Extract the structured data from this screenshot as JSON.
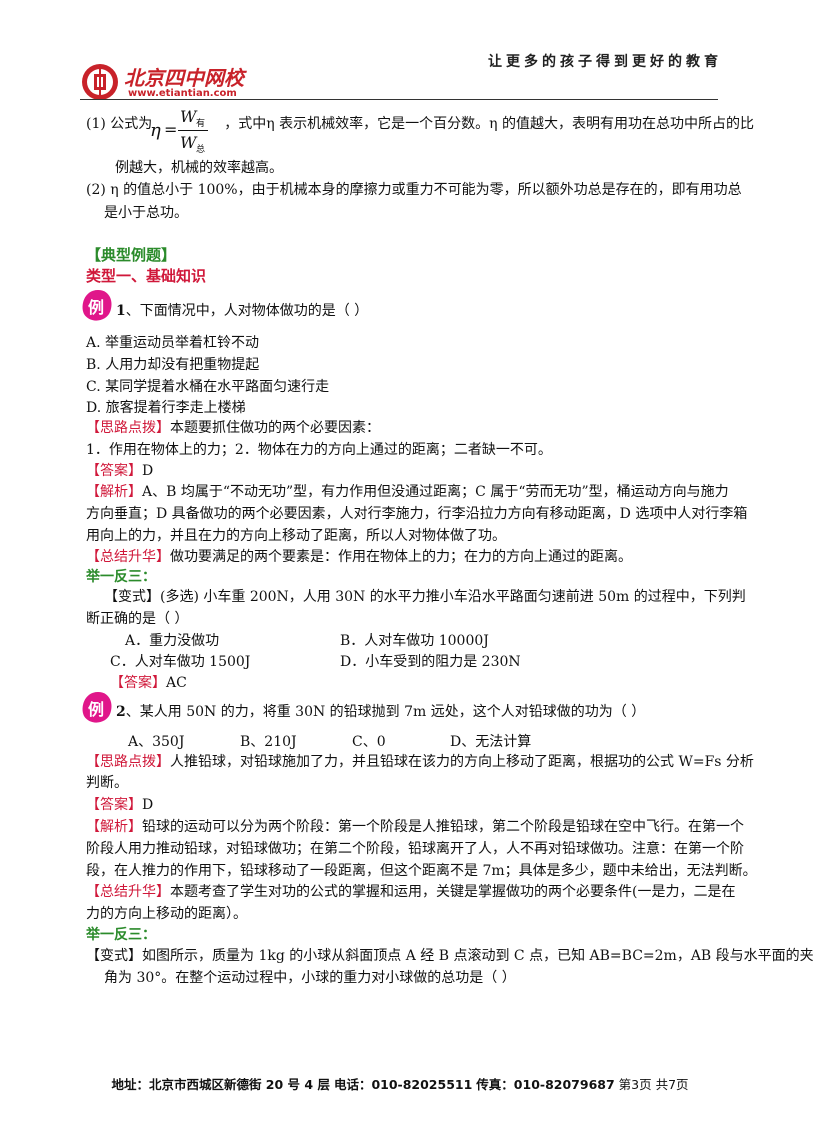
{
  "header": {
    "logo_text_top": "北京四中网校",
    "logo_text_url": "www.etiantian.com",
    "slogan": "让更多的孩子得到更好的教育"
  },
  "formula": {
    "eta": "η",
    "numerator": "W",
    "num_sub": "有",
    "denominator": "W",
    "den_sub": "总"
  },
  "lines": {
    "p1a_pre": "(1) 公式为",
    "p1a_post": "，式中η 表示机械效率，它是一个百分数。η 的值越大，表明有用功在总功中所占的比",
    "p1b": "例越大，机械的效率越高。",
    "p2a": "(2) η 的值总小于 100%，由于机械本身的摩擦力或重力不可能为零，所以额外功总是存在的，即有用功总",
    "p2b": "是小于总功。",
    "typical": "【典型例题】",
    "type1": "类型一、基础知识",
    "ex1_num": "1",
    "ex1_q": "、下面情况中，人对物体做功的是（     ）",
    "ex1_a": "A. 举重运动员举着杠铃不动",
    "ex1_b": "B. 人用力却没有把重物提起",
    "ex1_c": "C. 某同学提着水桶在水平路面匀速行走",
    "ex1_d": "D. 旅客提着行李走上楼梯",
    "ex1_hint_tag": "【思路点拨】",
    "ex1_hint": "本题要抓住做功的两个必要因素：",
    "ex1_hint2": "1．作用在物体上的力；2．物体在力的方向上通过的距离；二者缺一不可。",
    "ans_tag": "【答案】",
    "ex1_ans": "D",
    "analysis_tag": "【解析】",
    "ex1_an1": "A、B 均属于“不动无功”型，有力作用但没通过距离；C 属于“劳而无功”型，桶运动方向与施力",
    "ex1_an2": "方向垂直；D 具备做功的两个必要因素，人对行李施力，行李沿拉力方向有移动距离，D 选项中人对行李箱",
    "ex1_an3": "用向上的力，并且在力的方向上移动了距离，所以人对物体做了功。",
    "sum_tag": "【总结升华】",
    "ex1_sum": "做功要满足的两个要素是：作用在物体上的力；在力的方向上通过的距离。",
    "juyi": "举一反三：",
    "var1_a": "【变式】(多选) 小车重 200N，人用 30N 的水平力推小车沿水平路面匀速前进 50m 的过程中，下列判",
    "var1_b": "断正确的是（     ）",
    "var1_oA": "A．重力没做功",
    "var1_oB": "B．人对车做功 10000J",
    "var1_oC": "C．人对车做功 1500J",
    "var1_oD": "D．小车受到的阻力是 230N",
    "var1_ans": "AC",
    "ex2_num": "2",
    "ex2_q": "、某人用 50N 的力，将重 30N 的铅球抛到 7m 远处，这个人对铅球做的功为（     ）",
    "ex2_oA": "A、350J",
    "ex2_oB": "B、210J",
    "ex2_oC": "C、0",
    "ex2_oD": "D、无法计算",
    "ex2_hint": "人推铅球，对铅球施加了力，并且铅球在该力的方向上移动了距离，根据功的公式 W=Fs 分析",
    "ex2_hint2": "判断。",
    "ex2_ans": "D",
    "ex2_an1": "铅球的运动可以分为两个阶段：第一个阶段是人推铅球，第二个阶段是铅球在空中飞行。在第一个",
    "ex2_an2": "阶段人用力推动铅球，对铅球做功；在第二个阶段，铅球离开了人，人不再对铅球做功。注意：在第一个阶",
    "ex2_an3": "段，在人推力的作用下，铅球移动了一段距离，但这个距离不是 7m；具体是多少，题中未给出，无法判断。",
    "ex2_sum1": "本题考查了学生对功的公式的掌握和运用，关键是掌握做功的两个必要条件(一是力，二是在",
    "ex2_sum2": "力的方向上移动的距离）。",
    "var2_a": "【变式】如图所示，质量为 1kg 的小球从斜面顶点 A 经 B 点滚动到 C 点，已知 AB=BC=2m，AB 段与水平面的夹",
    "var2_b": "角为 30°。在整个运动过程中，小球的重力对小球做的总功是（     ）",
    "example_char": "例"
  },
  "footer": {
    "addr_label": "地址：北京市西城区新德街 20 号 4 层",
    "tel": "电话：010-82025511",
    "fax": "传真：010-82079687",
    "page": "第3页  共7页"
  },
  "colors": {
    "red": "#d0183a",
    "green": "#2b8b2b",
    "logo_red": "#c8222a",
    "badge": "#e0168a"
  }
}
